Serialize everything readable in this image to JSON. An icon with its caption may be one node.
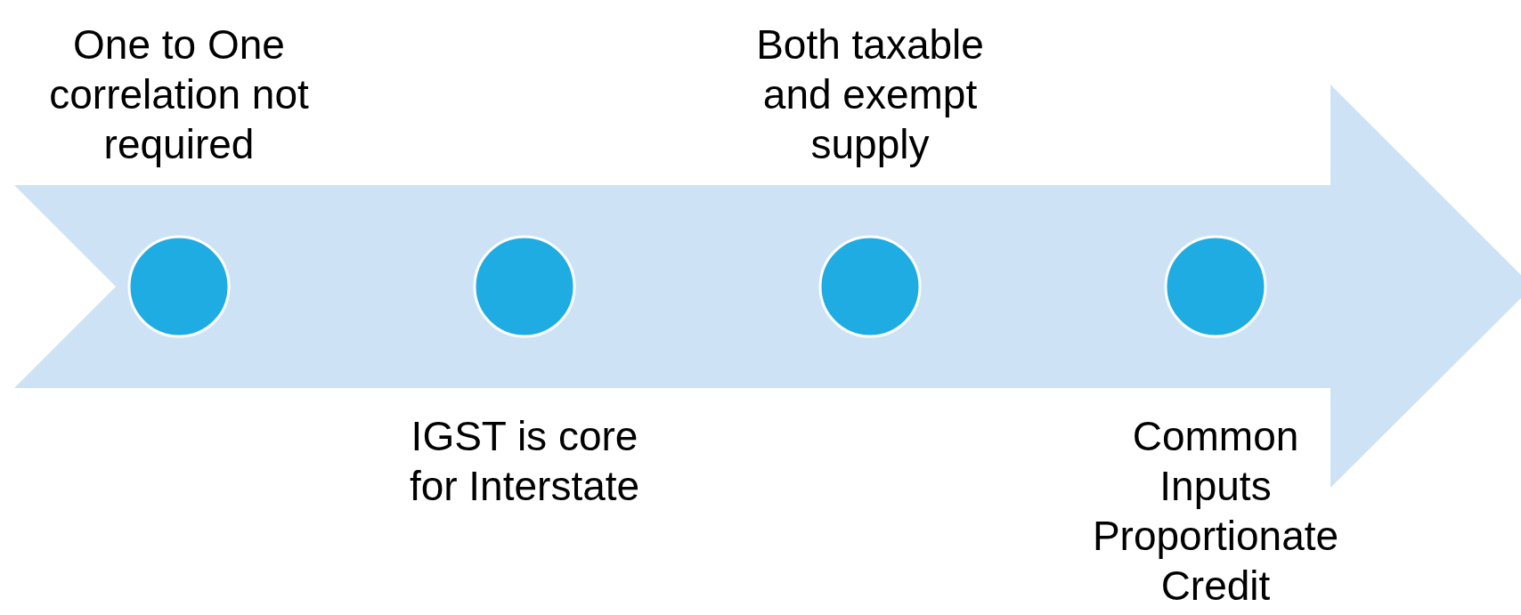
{
  "diagram": {
    "nodes": [
      {
        "text": [],
        "shape": "circle",
        "beside": [
          "One to One correlation not required"
        ]
      },
      {
        "text": [],
        "shape": "circle",
        "beside": [
          "IGST is core for Interstate"
        ]
      },
      {
        "text": [],
        "shape": "circle",
        "beside": [
          "Both taxable and exempt supply"
        ]
      },
      {
        "text": [],
        "shape": "circle",
        "beside": [
          "Common Inputs Proportionate Credit"
        ]
      }
    ]
  }
}
